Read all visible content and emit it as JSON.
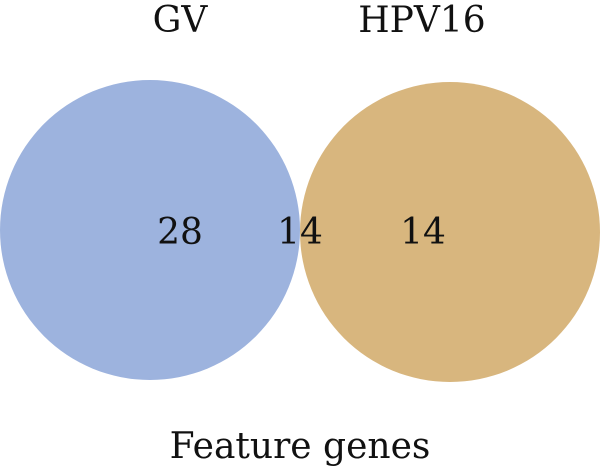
{
  "venn": {
    "caption": "Feature genes",
    "sets": [
      {
        "label": "GV",
        "color": "#9db3de"
      },
      {
        "label": "HPV16",
        "color": "#d8b67e"
      }
    ],
    "intersection_color": "#7f7a68",
    "counts": {
      "gv_only": "28",
      "both": "14",
      "hpv16_only": "14"
    }
  }
}
